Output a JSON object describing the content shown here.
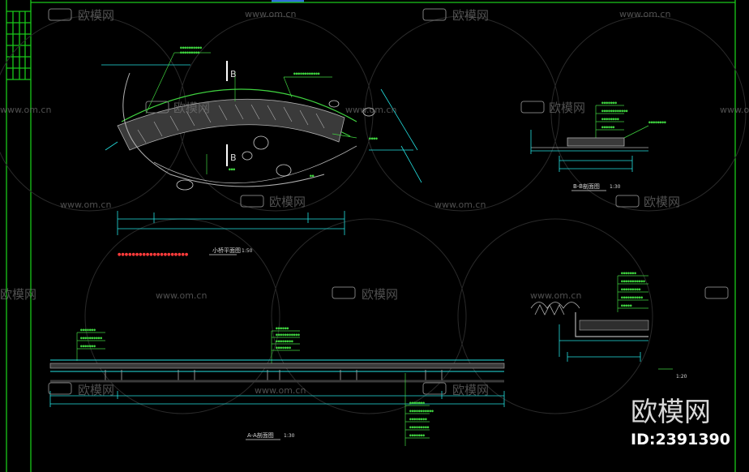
{
  "views": {
    "plan_title": "小桥平面图",
    "plan_scale": "1:50",
    "section_bb_title": "B-B剖面图",
    "section_bb_scale": "1:30",
    "section_aa_title": "A-A剖面图",
    "section_aa_scale": "1:30",
    "detail_scale": "1:20"
  },
  "markers": {
    "b_top": "B",
    "b_bottom": "B"
  },
  "watermark": {
    "logo_text": "欧模网",
    "url_text": "www.om.cn",
    "brand_big": "欧模网",
    "id_text": "ID:2391390"
  },
  "colors": {
    "background": "#000000",
    "frame": "#19c819",
    "linework": "#3fd23f",
    "dimension": "#23e0e0",
    "hatch": "#b0b0b0",
    "note": "#ff3b3b",
    "watermark": "#7a7a7a"
  }
}
